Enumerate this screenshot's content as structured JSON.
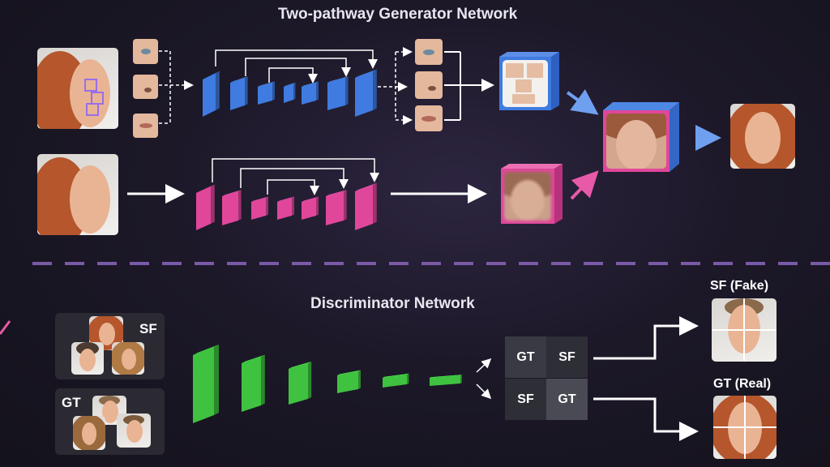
{
  "generator": {
    "title": "Two-pathway Generator Network"
  },
  "discriminator": {
    "title": "Discriminator Network",
    "input_labels": [
      "SF",
      "GT"
    ],
    "grid": [
      "GT",
      "SF",
      "SF",
      "GT"
    ],
    "outputs": [
      "SF (Fake)",
      "GT (Real)"
    ]
  },
  "colors": {
    "blue": "#3f7be0",
    "pink": "#e0479b",
    "green": "#3fc23f",
    "divider": "#7a5aa8"
  }
}
